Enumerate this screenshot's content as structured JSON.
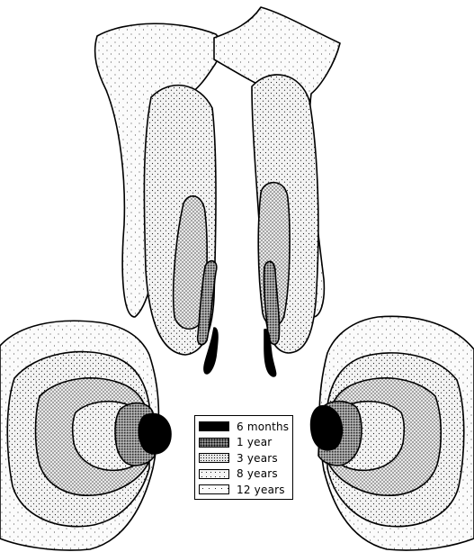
{
  "legend": {
    "items": [
      {
        "label": "6  months",
        "pattern": "solid-black"
      },
      {
        "label": "1  year",
        "pattern": "dense-dark-stipple"
      },
      {
        "label": "3  years",
        "pattern": "dense-stipple"
      },
      {
        "label": "8  years",
        "pattern": "medium-stipple"
      },
      {
        "label": "12  years",
        "pattern": "light-stipple"
      }
    ]
  },
  "colors": {
    "ink": "#000000",
    "paper": "#ffffff",
    "fill_12y": "#f1f1f1",
    "fill_8y": "#e4e4e4",
    "fill_3y": "#d3d3d3",
    "fill_1y": "#8f8f8f",
    "fill_6m": "#000000"
  }
}
